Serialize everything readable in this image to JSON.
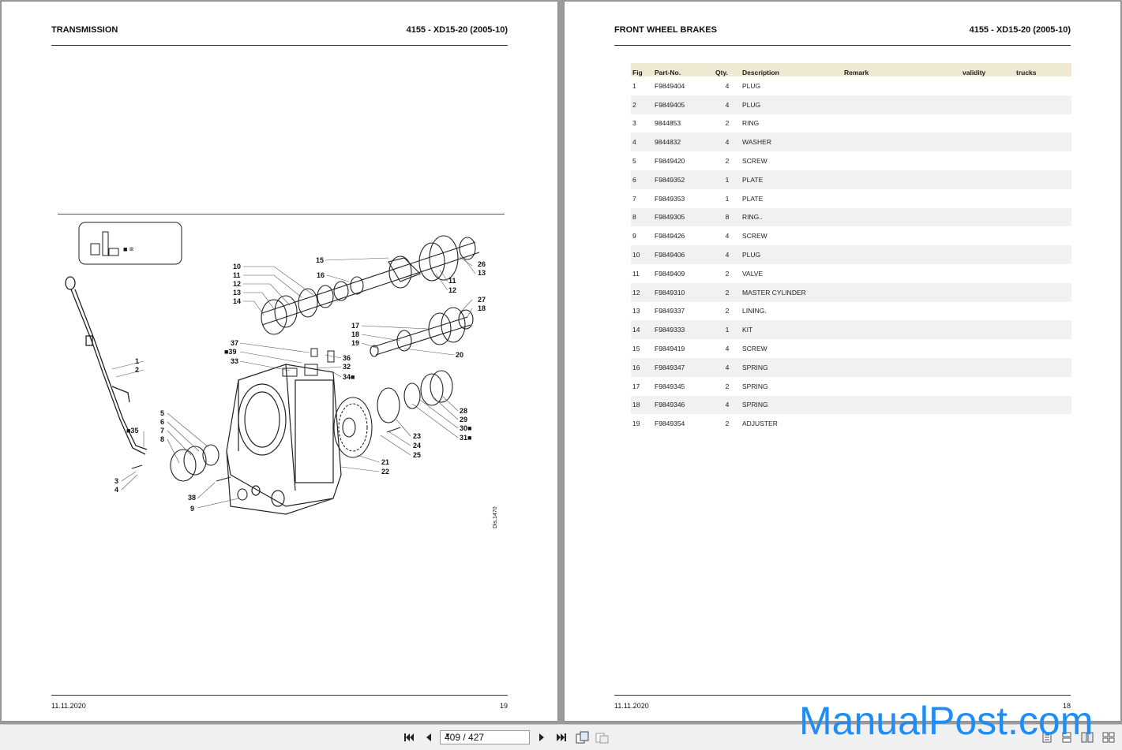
{
  "left_page": {
    "section_title": "TRANSMISSION",
    "model": "4155 - XD15-20 (2005-10)",
    "date": "11.11.2020",
    "page_number": "19",
    "drawing_ref": "Dis.1470",
    "legend_symbol": "■ =",
    "callouts": [
      "1",
      "2",
      "3",
      "4",
      "5",
      "6",
      "7",
      "8",
      "9",
      "10",
      "11",
      "12",
      "13",
      "14",
      "15",
      "16",
      "11",
      "12",
      "26",
      "13",
      "27",
      "18",
      "17",
      "18",
      "19",
      "20",
      "37",
      "■39",
      "33",
      "36",
      "32",
      "34■",
      "■35",
      "28",
      "29",
      "30■",
      "31■",
      "23",
      "24",
      "25",
      "21",
      "22",
      "38"
    ]
  },
  "right_page": {
    "section_title": "FRONT WHEEL BRAKES",
    "model": "4155 - XD15-20 (2005-10)",
    "date": "11.11.2020",
    "page_number": "18",
    "table": {
      "headers": [
        "Fig",
        "Part-No.",
        "Qty.",
        "Description",
        "Remark",
        "validity",
        "trucks"
      ],
      "rows": [
        [
          "1",
          "F9849404",
          "4",
          "PLUG"
        ],
        [
          "2",
          "F9849405",
          "4",
          "PLUG"
        ],
        [
          "3",
          "9844853",
          "2",
          "RING"
        ],
        [
          "4",
          "9844832",
          "4",
          "WASHER"
        ],
        [
          "5",
          "F9849420",
          "2",
          "SCREW"
        ],
        [
          "6",
          "F9849352",
          "1",
          "PLATE"
        ],
        [
          "7",
          "F9849353",
          "1",
          "PLATE"
        ],
        [
          "8",
          "F9849305",
          "8",
          "RING.."
        ],
        [
          "9",
          "F9849426",
          "4",
          "SCREW"
        ],
        [
          "10",
          "F9849406",
          "4",
          "PLUG"
        ],
        [
          "11",
          "F9849409",
          "2",
          "VALVE"
        ],
        [
          "12",
          "F9849310",
          "2",
          "MASTER CYLINDER"
        ],
        [
          "13",
          "F9849337",
          "2",
          "LINING."
        ],
        [
          "14",
          "F9849333",
          "1",
          "KIT"
        ],
        [
          "15",
          "F9849419",
          "4",
          "SCREW"
        ],
        [
          "16",
          "F9849347",
          "4",
          "SPRING"
        ],
        [
          "17",
          "F9849345",
          "2",
          "SPRING"
        ],
        [
          "18",
          "F9849346",
          "4",
          "SPRING"
        ],
        [
          "19",
          "F9849354",
          "2",
          "ADJUSTER"
        ]
      ]
    }
  },
  "toolbar": {
    "page_indicator": "409 / 427",
    "icons": [
      "first-page-icon",
      "prev-page-icon",
      "next-page-icon",
      "last-page-icon",
      "copy-icon",
      "compare-icon",
      "single-page-view-icon",
      "continuous-view-icon",
      "facing-view-icon",
      "thumbnails-icon"
    ]
  },
  "watermark": "ManualPost.com",
  "colors": {
    "background": "#9a9a9a",
    "table_header": "#efe8d2",
    "row_stripe": "#f1f1f1",
    "watermark": "#1e8df5"
  }
}
